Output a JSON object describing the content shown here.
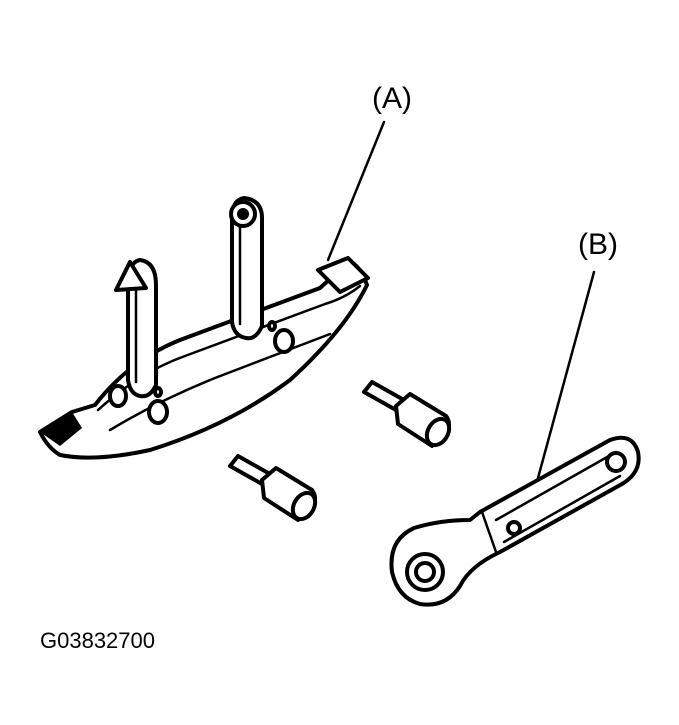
{
  "labels": {
    "callout_a": "(A)",
    "callout_b": "(B)",
    "figure_code": "G03832700"
  },
  "colors": {
    "ink": "#000000",
    "paper": "#ffffff"
  }
}
